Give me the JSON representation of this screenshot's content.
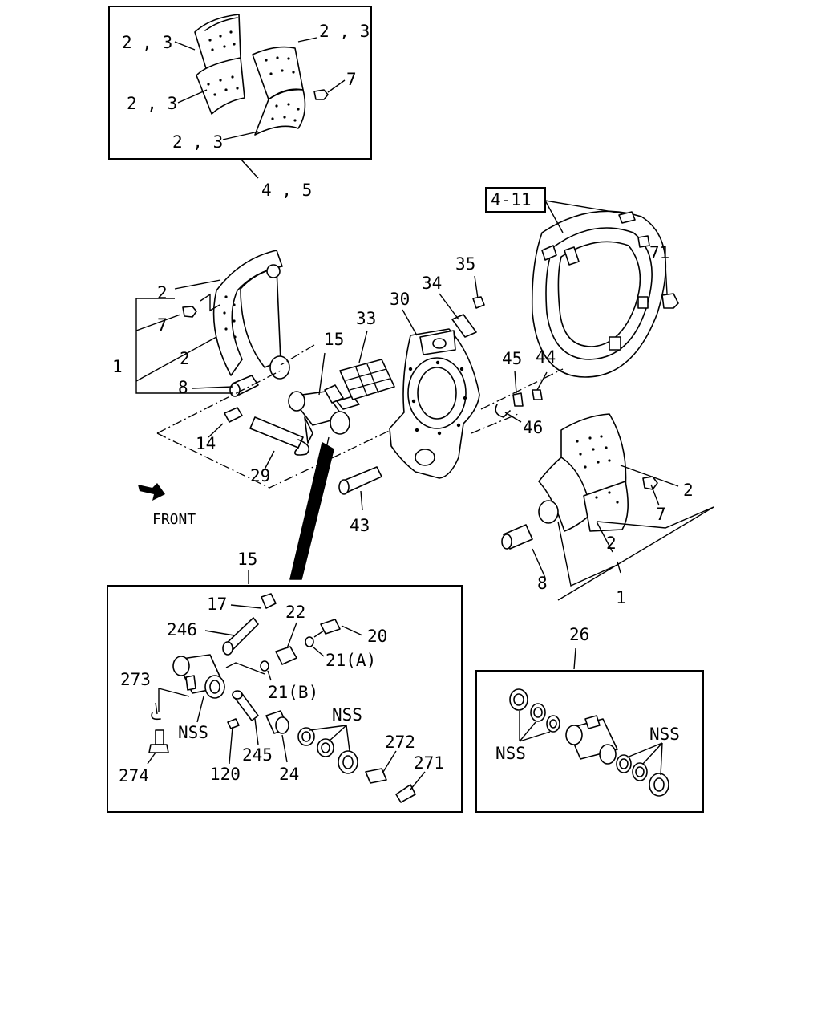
{
  "labels": {
    "l_23a": "2 , 3",
    "l_23b": "2 , 3",
    "l_23c": "2 , 3",
    "l_23d": "2 , 3",
    "l_7a": "7",
    "l_45": "4 , 5",
    "l_411": "4-11",
    "l_71": "71",
    "l_2a": "2",
    "l_7b": "7",
    "l_2b": "2",
    "l_1a": "1",
    "l_8a": "8",
    "l_14": "14",
    "l_29": "29",
    "l_15a": "15",
    "l_33": "33",
    "l_30": "30",
    "l_34": "34",
    "l_35": "35",
    "l_45b": "45",
    "l_44": "44",
    "l_46": "46",
    "l_43": "43",
    "l_front": "FRONT",
    "l_2c": "2",
    "l_7c": "7",
    "l_2d": "2",
    "l_8b": "8",
    "l_1b": "1",
    "l_15b": "15",
    "l_17": "17",
    "l_22": "22",
    "l_246": "246",
    "l_20": "20",
    "l_21a": "21(A)",
    "l_273": "273",
    "l_21b": "21(B)",
    "l_nss1": "NSS",
    "l_nss2": "NSS",
    "l_245": "245",
    "l_120": "120",
    "l_24": "24",
    "l_272": "272",
    "l_271": "271",
    "l_274": "274",
    "l_26": "26",
    "l_nss3": "NSS",
    "l_nss4": "NSS"
  }
}
